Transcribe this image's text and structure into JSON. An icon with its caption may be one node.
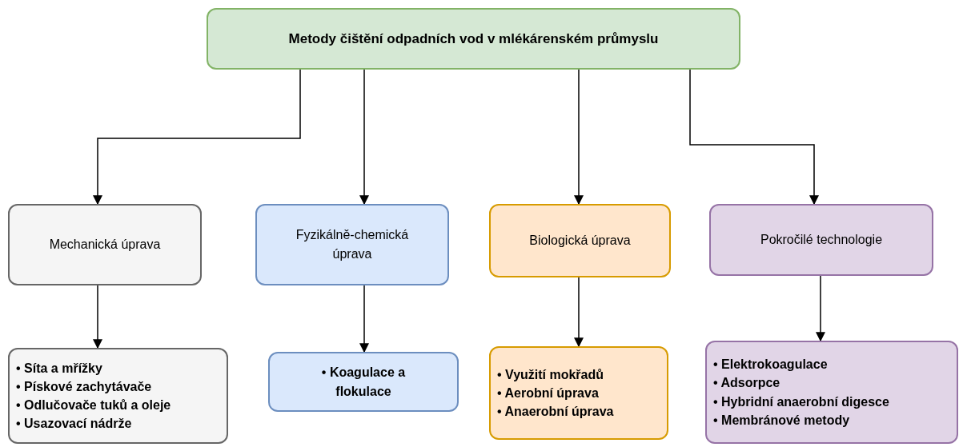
{
  "diagram": {
    "nodes": [
      {
        "text": [
          "Metody čištění odpadních vod v mlékárenském průmyslu"
        ]
      },
      {
        "text": [
          "Mechanická úprava"
        ]
      },
      {
        "text": [
          "Fyzikálně-chemická úprava"
        ]
      },
      {
        "text": [
          "Biologická úprava"
        ]
      },
      {
        "text": [
          "Pokročilé technologie"
        ]
      },
      {
        "text": [
          "• Síta a mřížky",
          "• Pískové zachytávače",
          "• Odlučovače tuků a oleje",
          "• Usazovací nádrže"
        ]
      },
      {
        "text": [
          "• Koagulace a flokulace"
        ]
      },
      {
        "text": [
          "• Využití mokřadů",
          "• Aerobní úprava",
          "• Anaerobní úprava"
        ]
      },
      {
        "text": [
          "• Elektrokoagulace",
          "• Adsorpce",
          "• Hybridní anaerobní digesce",
          "• Membránové metody"
        ]
      }
    ],
    "edges": [
      {
        "from": 0,
        "to": 1,
        "arrow": "to"
      },
      {
        "from": 0,
        "to": 2,
        "arrow": "to"
      },
      {
        "from": 0,
        "to": 3,
        "arrow": "to"
      },
      {
        "from": 0,
        "to": 4,
        "arrow": "to"
      },
      {
        "from": 1,
        "to": 5,
        "arrow": "to"
      },
      {
        "from": 2,
        "to": 6,
        "arrow": "to"
      },
      {
        "from": 3,
        "to": 7,
        "arrow": "to"
      },
      {
        "from": 4,
        "to": 8,
        "arrow": "to"
      }
    ]
  }
}
